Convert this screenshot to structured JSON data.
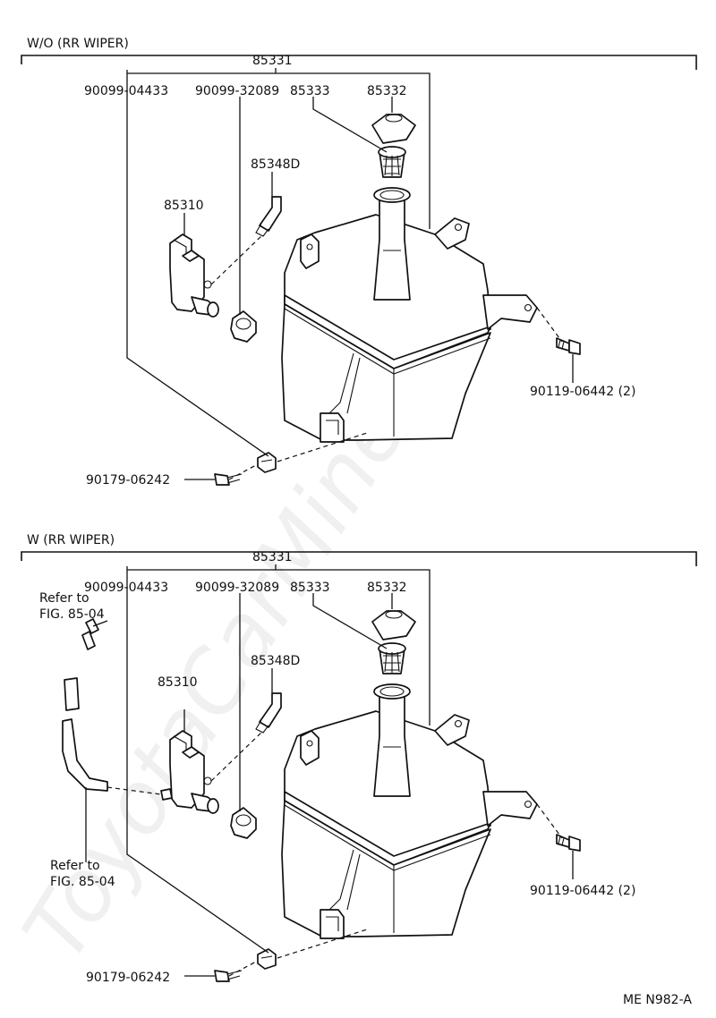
{
  "watermark": "ToyotaCarMine.ru",
  "figure_code": "ME N982-A",
  "sections": [
    {
      "title": "W/O (RR WIPER)",
      "assembly": "85331",
      "parts": {
        "nut_a": "90099-04433",
        "nut_b": "90099-32089",
        "strainer": "85333",
        "cap": "85332",
        "hose": "85348D",
        "motor": "85310",
        "bolt_side": "90119-06442 (2)",
        "bolt_bottom": "90179-06242"
      },
      "refs": []
    },
    {
      "title": "W (RR WIPER)",
      "assembly": "85331",
      "parts": {
        "nut_a": "90099-04433",
        "nut_b": "90099-32089",
        "strainer": "85333",
        "cap": "85332",
        "hose": "85348D",
        "motor": "85310",
        "bolt_side": "90119-06442 (2)",
        "bolt_bottom": "90179-06242"
      },
      "refs": [
        {
          "line1": "Refer to",
          "line2": "FIG. 85-04"
        },
        {
          "line1": "Refer to",
          "line2": "FIG. 85-04"
        }
      ]
    }
  ]
}
